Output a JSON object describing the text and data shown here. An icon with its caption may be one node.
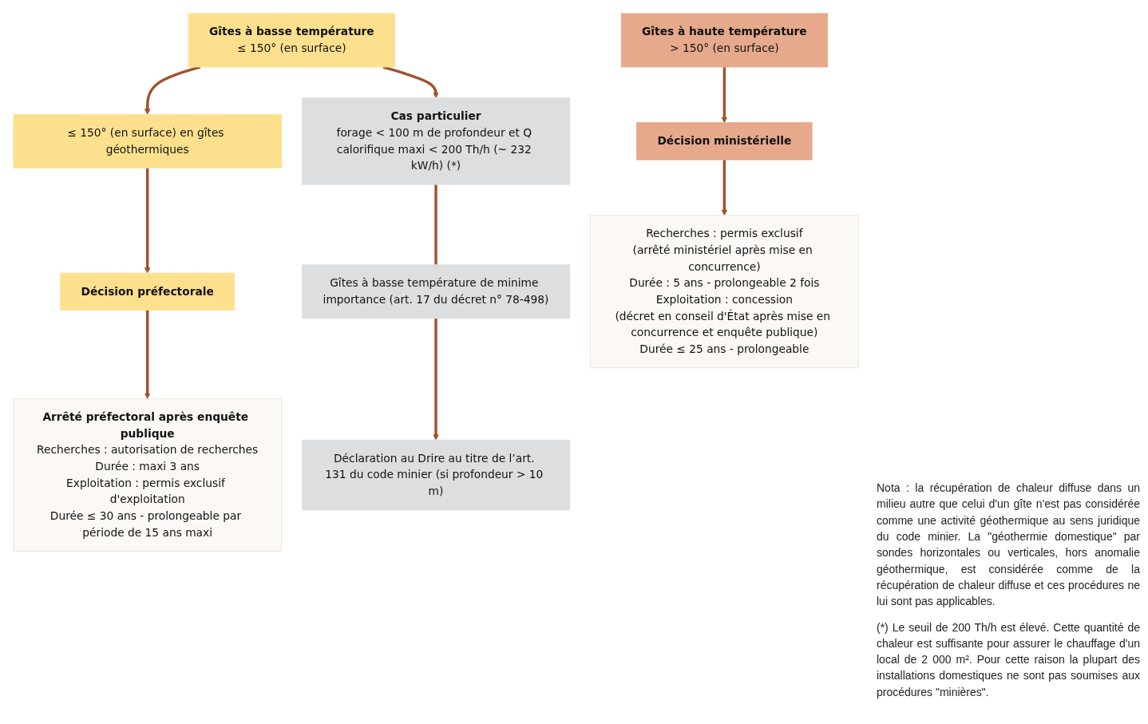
{
  "diagram": {
    "nodes": [
      {
        "text": [
          "Gîtes à haute température",
          "> 150° (en surface)"
        ]
      },
      {
        "text": [
          "Gîtes à basse température",
          "≤ 150° (en surface)"
        ]
      },
      {
        "text": [
          "≤ 150° (en surface) en gîtes géothermiques"
        ]
      },
      {
        "text": [
          "Cas particulier",
          "forage < 100 m de profondeur et Q calorifique maxi < 200 Th/h (~ 232 kW/h) (*)"
        ]
      },
      {
        "text": [
          "Gîtes à basse température de minime importance (art. 17 du décret n° 78-498)"
        ]
      },
      {
        "text": [
          "Décision ministérielle"
        ]
      },
      {
        "text": [
          "Décision préfectorale"
        ]
      },
      {
        "text": [
          "Déclaration au Drire au titre de l’art. 131 du code minier (si profondeur > 10 m)"
        ]
      },
      {
        "text": [
          "Recherches : permis exclusif",
          "(arrêté ministériel après mise en concurrence)",
          "Durée : 5 ans - prolongeable 2 fois",
          "Exploitation : concession",
          "(décret en conseil d'État après mise en concurrence et enquête publique)",
          "Durée ≤ 25 ans - prolongeable"
        ]
      },
      {
        "text": [
          "Arrêté préfectoral après enquête publique",
          "Recherches : autorisation de recherches",
          "Durée : maxi 3 ans",
          "Exploitation : permis exclusif d'exploitation",
          "Durée ≤ 30 ans - prolongeable par période de 15 ans maxi"
        ]
      }
    ],
    "edges": [
      {
        "from": 0,
        "to": 5,
        "arrow": "to"
      },
      {
        "from": 1,
        "to": 2,
        "arrow": "to"
      },
      {
        "from": 1,
        "to": 3,
        "arrow": "to"
      },
      {
        "from": 2,
        "to": 6,
        "arrow": "to"
      },
      {
        "from": 3,
        "to": 4,
        "arrow": "none"
      },
      {
        "from": 4,
        "to": 7,
        "arrow": "to"
      },
      {
        "from": 5,
        "to": 8,
        "arrow": "to"
      },
      {
        "from": 6,
        "to": 9,
        "arrow": "to"
      }
    ],
    "labels": [
      "Nota : la récupération de chaleur diffuse dans un milieu autre que celui d'un gîte n'est pas considérée comme une activité géothermique au sens juridique du code minier. La \"géothermie domestique\" par sondes horizontales ou verticales, hors anomalie géothermique, est considérée comme de la récupération de chaleur diffuse et ces procédures ne lui sont pas applicables.",
      "(*) Le seuil de 200 Th/h est élevé. Cette quantité de chaleur est suffisante pour assurer le chauffage d'un local de 2 000 m². Pour cette raison la plupart des installations domestiques ne sont pas soumises aux procédures \"minières\"."
    ]
  }
}
